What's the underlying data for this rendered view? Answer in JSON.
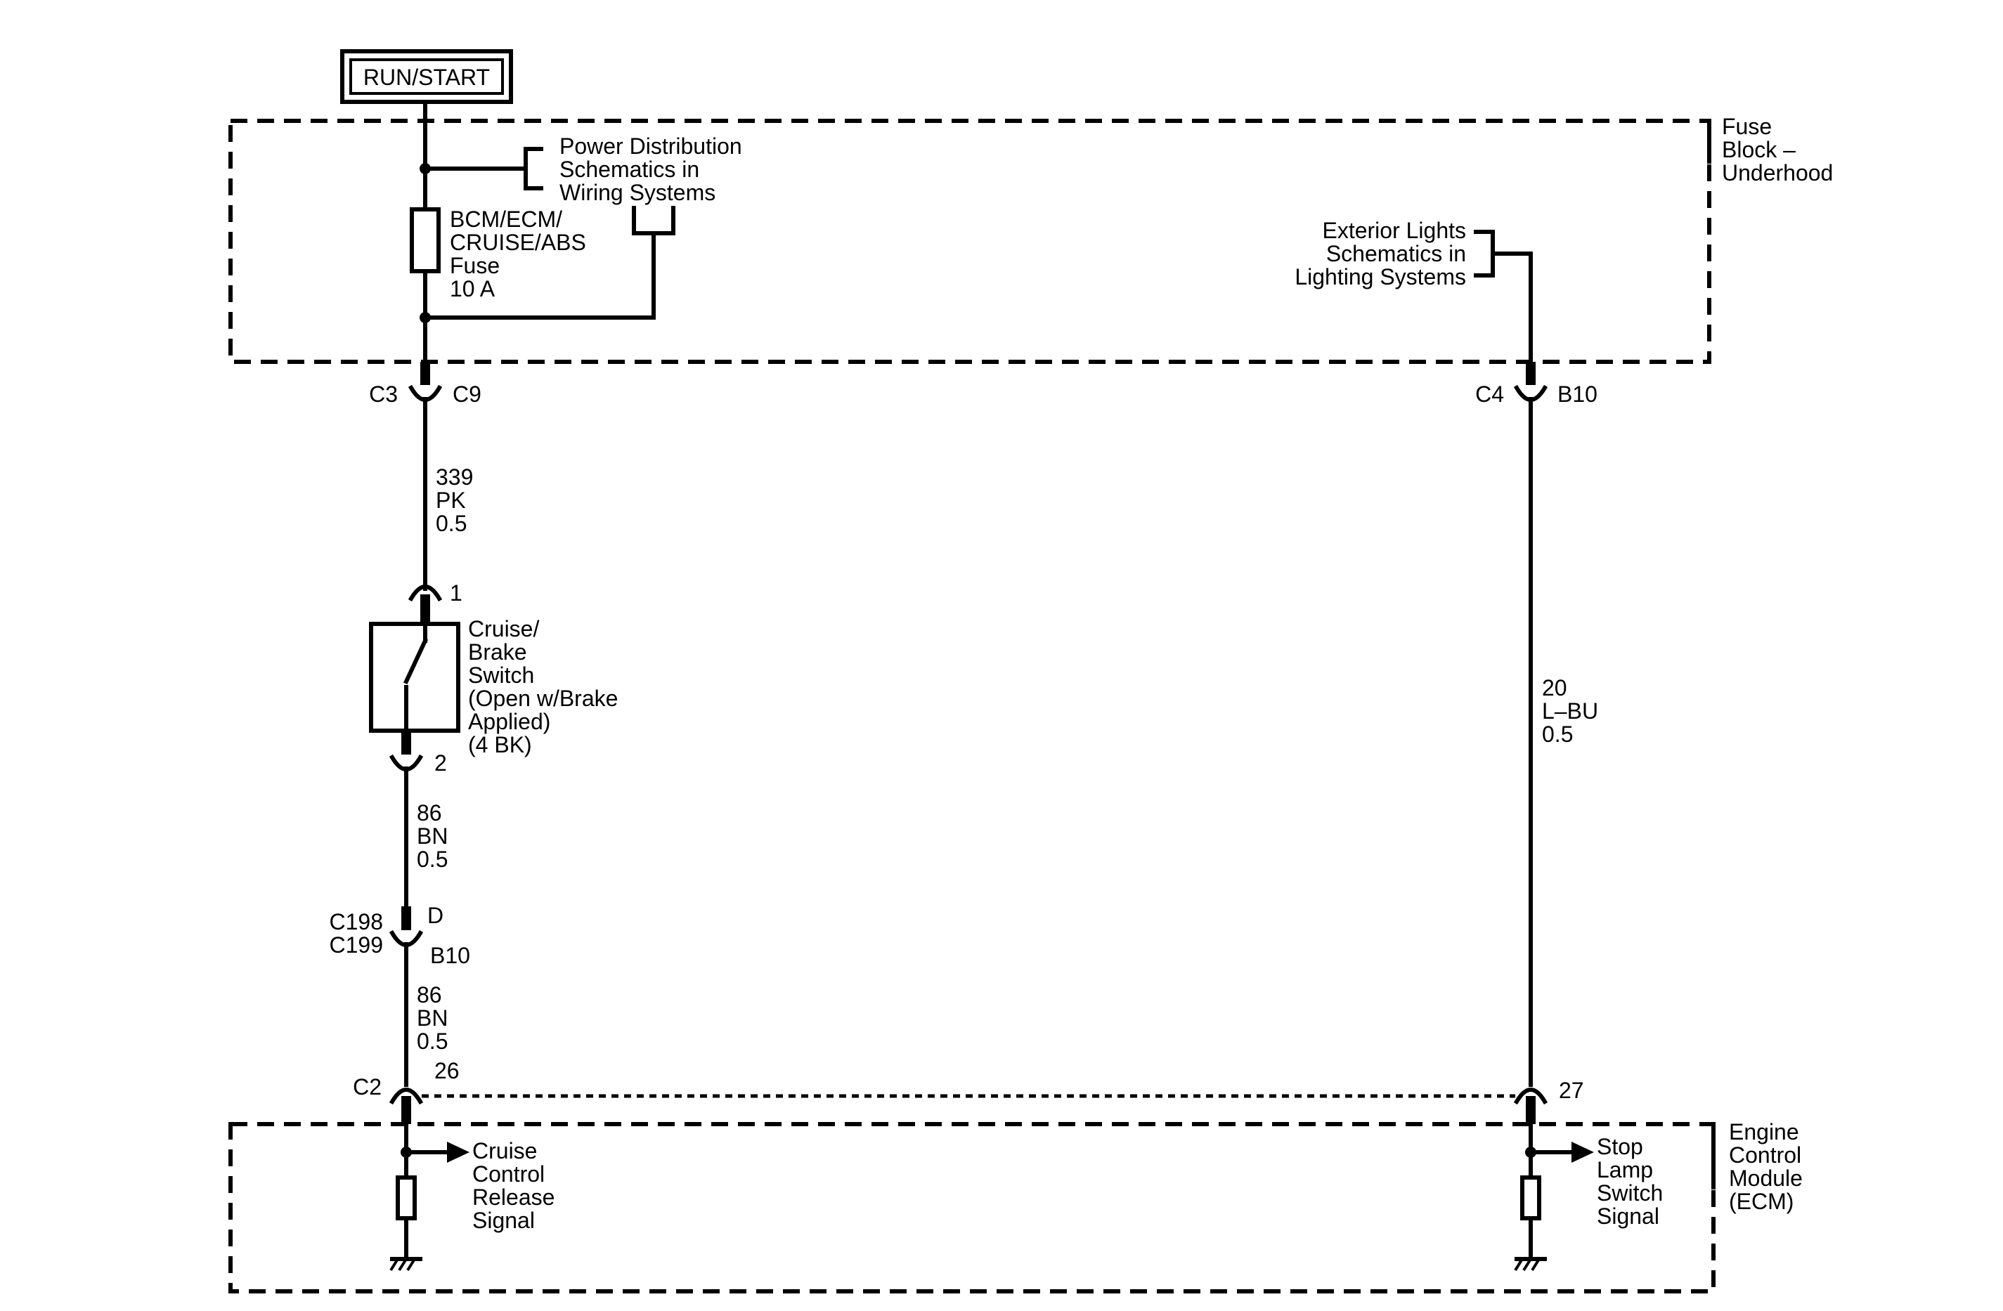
{
  "power": {
    "label": "RUN/START"
  },
  "fuse_block": {
    "title_lines": [
      "Fuse",
      "Block –",
      "Underhood"
    ],
    "power_ref_lines": [
      "Power Distribution",
      "Schematics in",
      "Wiring Systems"
    ],
    "fuse_lines": [
      "BCM/ECM/",
      "CRUISE/ABS",
      "Fuse",
      "10 A"
    ],
    "lighting_ref_lines": [
      "Exterior Lights",
      "Schematics in",
      "Lighting Systems"
    ],
    "left_connector": {
      "left": "C3",
      "right": "C9"
    },
    "right_connector": {
      "left": "C4",
      "right": "B10"
    }
  },
  "wire_339": {
    "lines": [
      "339",
      "PK",
      "0.5"
    ]
  },
  "cruise_switch": {
    "pin_top": "1",
    "pin_bottom": "2",
    "label_lines": [
      "Cruise/",
      "Brake",
      "Switch",
      "(Open w/Brake",
      "Applied)",
      "(4 BK)"
    ]
  },
  "wire_86_upper": {
    "lines": [
      "86",
      "BN",
      "0.5"
    ]
  },
  "inline_connector": {
    "top_left": "C198",
    "bottom_left": "C199",
    "pin_top": "D",
    "pin_bottom": "B10"
  },
  "wire_86_lower": {
    "lines": [
      "86",
      "BN",
      "0.5"
    ]
  },
  "wire_20": {
    "lines": [
      "20",
      "L–BU",
      "0.5"
    ]
  },
  "ecm": {
    "title_lines": [
      "Engine",
      "Control",
      "Module",
      "(ECM)"
    ],
    "connector": "C2",
    "pin_left": "26",
    "pin_right": "27",
    "cruise_signal_lines": [
      "Cruise",
      "Control",
      "Release",
      "Signal"
    ],
    "stop_signal_lines": [
      "Stop",
      "Lamp",
      "Switch",
      "Signal"
    ]
  }
}
